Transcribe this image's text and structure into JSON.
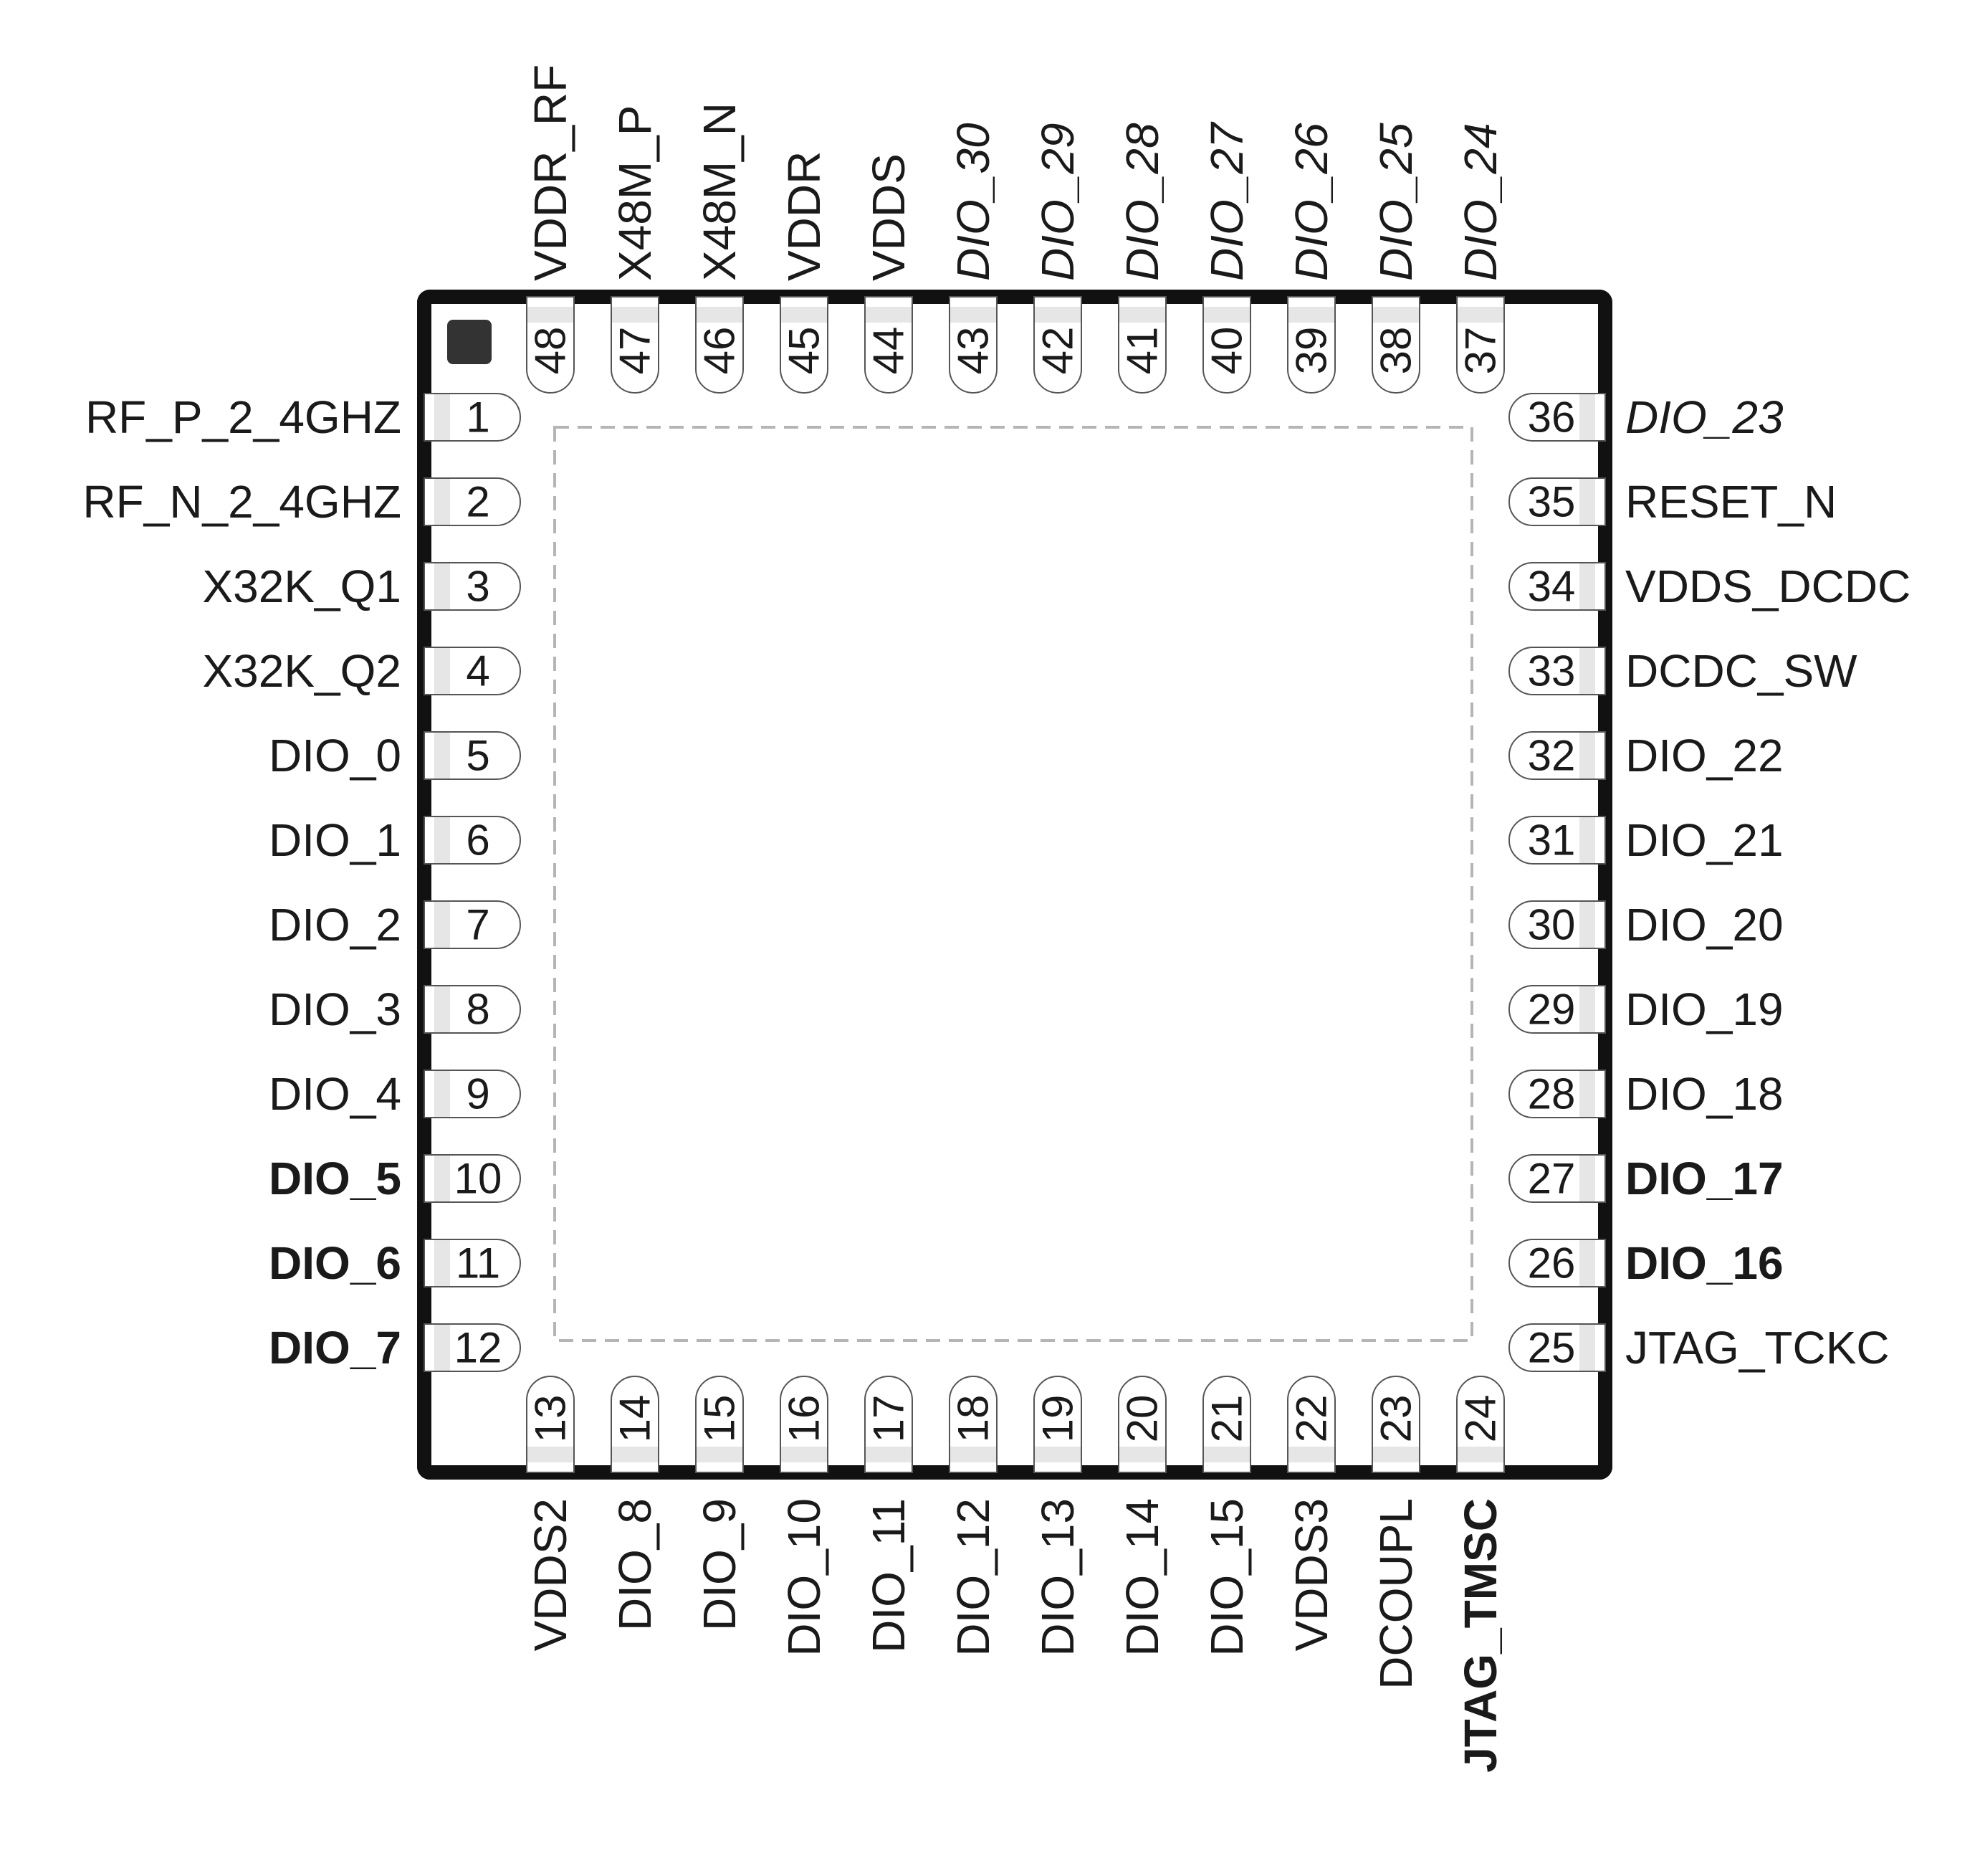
{
  "pins": {
    "left": [
      {
        "num": "1",
        "name": "RF_P_2_4GHZ",
        "style": "normal"
      },
      {
        "num": "2",
        "name": "RF_N_2_4GHZ",
        "style": "normal"
      },
      {
        "num": "3",
        "name": "X32K_Q1",
        "style": "normal"
      },
      {
        "num": "4",
        "name": "X32K_Q2",
        "style": "normal"
      },
      {
        "num": "5",
        "name": "DIO_0",
        "style": "normal"
      },
      {
        "num": "6",
        "name": "DIO_1",
        "style": "normal"
      },
      {
        "num": "7",
        "name": "DIO_2",
        "style": "normal"
      },
      {
        "num": "8",
        "name": "DIO_3",
        "style": "normal"
      },
      {
        "num": "9",
        "name": "DIO_4",
        "style": "normal"
      },
      {
        "num": "10",
        "name": "DIO_5",
        "style": "bold"
      },
      {
        "num": "11",
        "name": "DIO_6",
        "style": "bold"
      },
      {
        "num": "12",
        "name": "DIO_7",
        "style": "bold"
      }
    ],
    "bottom": [
      {
        "num": "13",
        "name": "VDDS2",
        "style": "normal"
      },
      {
        "num": "14",
        "name": "DIO_8",
        "style": "normal"
      },
      {
        "num": "15",
        "name": "DIO_9",
        "style": "normal"
      },
      {
        "num": "16",
        "name": "DIO_10",
        "style": "normal"
      },
      {
        "num": "17",
        "name": "DIO_11",
        "style": "normal"
      },
      {
        "num": "18",
        "name": "DIO_12",
        "style": "normal"
      },
      {
        "num": "19",
        "name": "DIO_13",
        "style": "normal"
      },
      {
        "num": "20",
        "name": "DIO_14",
        "style": "normal"
      },
      {
        "num": "21",
        "name": "DIO_15",
        "style": "normal"
      },
      {
        "num": "22",
        "name": "VDDS3",
        "style": "normal"
      },
      {
        "num": "23",
        "name": "DCOUPL",
        "style": "normal"
      },
      {
        "num": "24",
        "name": "JTAG_TMSC",
        "style": "bold"
      }
    ],
    "right": [
      {
        "num": "25",
        "name": "JTAG_TCKC",
        "style": "normal"
      },
      {
        "num": "26",
        "name": "DIO_16",
        "style": "bold"
      },
      {
        "num": "27",
        "name": "DIO_17",
        "style": "bold"
      },
      {
        "num": "28",
        "name": "DIO_18",
        "style": "normal"
      },
      {
        "num": "29",
        "name": "DIO_19",
        "style": "normal"
      },
      {
        "num": "30",
        "name": "DIO_20",
        "style": "normal"
      },
      {
        "num": "31",
        "name": "DIO_21",
        "style": "normal"
      },
      {
        "num": "32",
        "name": "DIO_22",
        "style": "normal"
      },
      {
        "num": "33",
        "name": "DCDC_SW",
        "style": "normal"
      },
      {
        "num": "34",
        "name": "VDDS_DCDC",
        "style": "normal"
      },
      {
        "num": "35",
        "name": "RESET_N",
        "style": "normal"
      },
      {
        "num": "36",
        "name": "DIO_23",
        "style": "italic"
      }
    ],
    "top": [
      {
        "num": "37",
        "name": "DIO_24",
        "style": "italic"
      },
      {
        "num": "38",
        "name": "DIO_25",
        "style": "italic"
      },
      {
        "num": "39",
        "name": "DIO_26",
        "style": "italic"
      },
      {
        "num": "40",
        "name": "DIO_27",
        "style": "italic"
      },
      {
        "num": "41",
        "name": "DIO_28",
        "style": "italic"
      },
      {
        "num": "42",
        "name": "DIO_29",
        "style": "italic"
      },
      {
        "num": "43",
        "name": "DIO_30",
        "style": "italic"
      },
      {
        "num": "44",
        "name": "VDDS",
        "style": "normal"
      },
      {
        "num": "45",
        "name": "VDDR",
        "style": "normal"
      },
      {
        "num": "46",
        "name": "X48M_N",
        "style": "normal"
      },
      {
        "num": "47",
        "name": "X48M_P",
        "style": "normal"
      },
      {
        "num": "48",
        "name": "VDDR_RF",
        "style": "normal"
      }
    ]
  },
  "colors": {
    "package_outline": "#111111",
    "pad_fill": "#e6e6e6",
    "pad_stroke": "#555555",
    "exposed_pad_dash": "#b5b5b5",
    "pin1_marker": "#333333",
    "text": "#1a1a1a"
  }
}
